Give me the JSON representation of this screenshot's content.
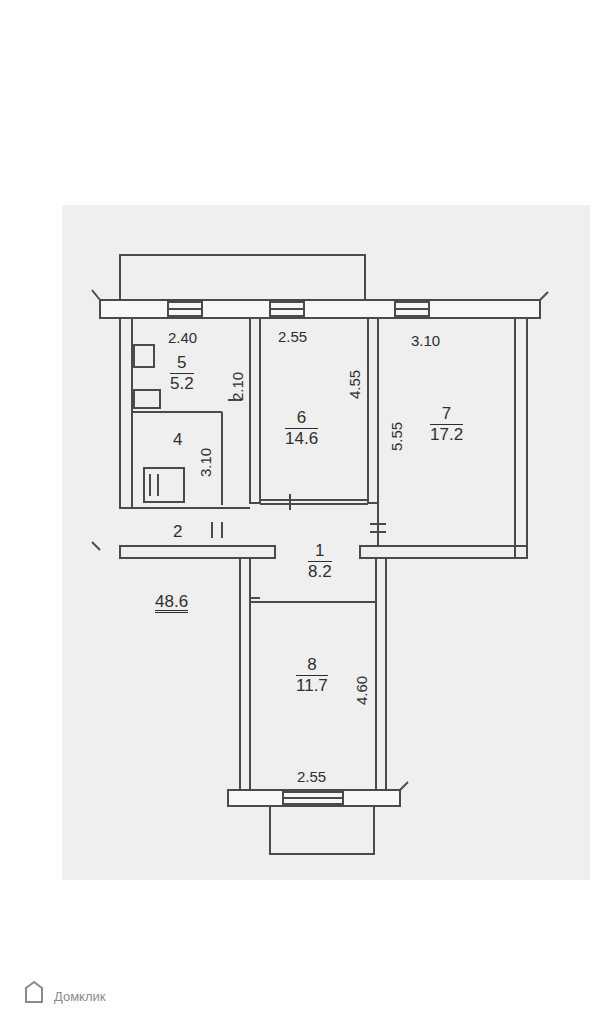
{
  "diagram": {
    "nodes": [
      {
        "text": [
          "5",
          "5.2"
        ]
      },
      {
        "text": [
          "6",
          "14.6"
        ]
      },
      {
        "text": [
          "7",
          "17.2"
        ]
      },
      {
        "text": [
          "4"
        ]
      },
      {
        "text": [
          "2"
        ]
      },
      {
        "text": [
          "1",
          "8.2"
        ]
      },
      {
        "text": [
          "8",
          "11.7"
        ]
      }
    ],
    "labels": [
      "2.40",
      "2.10",
      "2.55",
      "4.55",
      "3.10",
      "5.55",
      "3.10",
      "48.6",
      "4.60",
      "2.55",
      "Домклик"
    ]
  }
}
